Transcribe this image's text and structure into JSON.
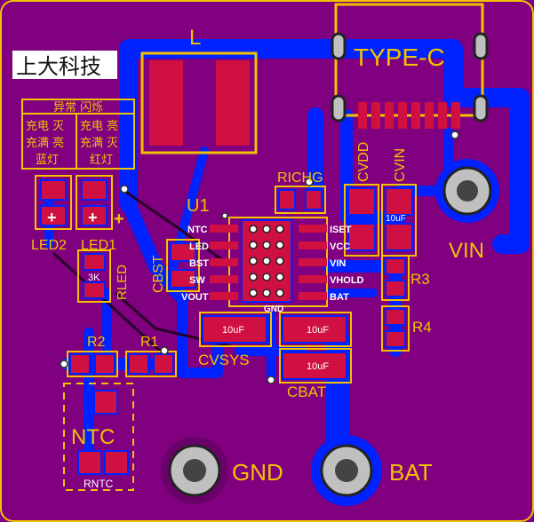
{
  "board": {
    "company_label": "上大科技",
    "silk_color": "#F2C200",
    "copper_color": "#0022FF",
    "pad_color": "#D01040",
    "board_color": "#800080"
  },
  "status_table": {
    "header": "异常 闪烁",
    "rows": [
      [
        "充电 灭",
        "充电 亮"
      ],
      [
        "充满 亮",
        "充满 灭"
      ],
      [
        "蓝灯",
        "红灯"
      ]
    ]
  },
  "components": {
    "inductor": "L",
    "usb": "TYPE-C",
    "ic": "U1",
    "richg": "RICHG",
    "cvdd": "CVDD",
    "cvin": "CVIN",
    "cvin_value": "10uF",
    "vin": "VIN",
    "cbst": "CBST",
    "led2": "LED2",
    "led1": "LED1",
    "rled": "RLED",
    "rled_value": "3K",
    "r3": "R3",
    "r4": "R4",
    "r2": "R2",
    "r1": "R1",
    "cvsys": "CVSYS",
    "cvsys_value": "10uF",
    "c_mid_value": "10uF",
    "cbat": "CBAT",
    "cbat_value": "10uF",
    "ntc": "NTC",
    "rntc": "RNTC",
    "gnd": "GND",
    "bat": "BAT",
    "plus": "+"
  },
  "ic_pins": {
    "left": [
      "NTC",
      "LED",
      "BST",
      "SW",
      "VOUT"
    ],
    "right": [
      "ISET",
      "VCC",
      "VIN",
      "VHOLD",
      "BAT"
    ],
    "bottom": "GND"
  }
}
